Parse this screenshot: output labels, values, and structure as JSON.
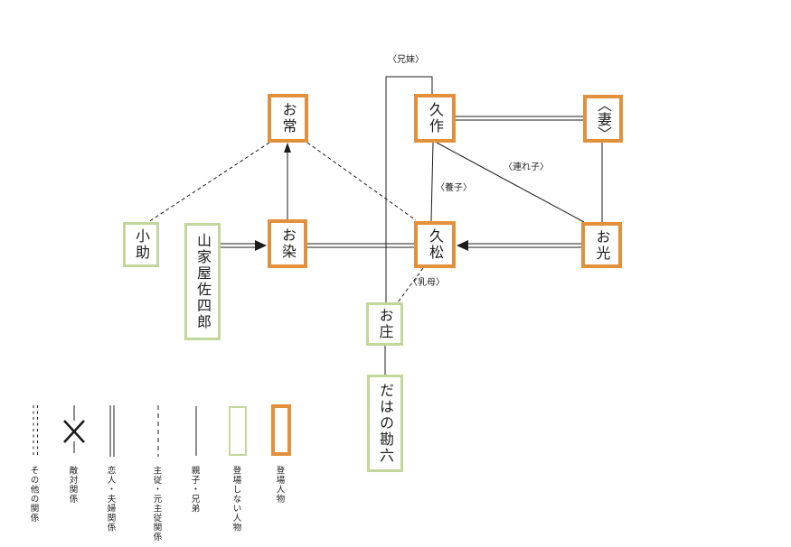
{
  "colors": {
    "appear-border": "#E2903B",
    "absent-border": "#C3D69B",
    "line-color": "#1c1c1c"
  },
  "nodes": {
    "otsune": {
      "label": "お常",
      "type": "appearing"
    },
    "kyusaku": {
      "label": "久作",
      "type": "appearing"
    },
    "tsuma": {
      "label": "〈妻〉",
      "type": "appearing"
    },
    "kosuke": {
      "label": "小助",
      "type": "non-appearing"
    },
    "yamagaya": {
      "label": "山家屋佐四郎",
      "type": "non-appearing"
    },
    "osome": {
      "label": "お染",
      "type": "appearing"
    },
    "hisamatsu": {
      "label": "久松",
      "type": "appearing"
    },
    "omitsu": {
      "label": "お光",
      "type": "appearing"
    },
    "osho": {
      "label": "お庄",
      "type": "non-appearing"
    },
    "kanroku": {
      "label": "だはの勘六",
      "type": "non-appearing"
    }
  },
  "edge_labels": {
    "siblings": "〈兄妹〉",
    "adopted_child": "〈養子〉",
    "stepchild": "〈連れ子〉",
    "wet_nurse": "〈乳母〉"
  },
  "edges": [
    {
      "from": "kyusaku",
      "to": "osho",
      "style": "solid",
      "label": "〈兄妹〉"
    },
    {
      "from": "osome",
      "to": "otsune",
      "style": "solid-arrow-up",
      "label": ""
    },
    {
      "from": "otsune",
      "to": "kosuke",
      "style": "dashed",
      "label": ""
    },
    {
      "from": "otsune",
      "to": "hisamatsu",
      "style": "dashed",
      "label": ""
    },
    {
      "from": "kyusaku",
      "to": "tsuma",
      "style": "double",
      "label": ""
    },
    {
      "from": "tsuma",
      "to": "omitsu",
      "style": "solid",
      "label": ""
    },
    {
      "from": "kyusaku",
      "to": "hisamatsu",
      "style": "solid",
      "label": "〈養子〉"
    },
    {
      "from": "kyusaku",
      "to": "omitsu",
      "style": "solid",
      "label": "〈連れ子〉"
    },
    {
      "from": "yamagaya",
      "to": "osome",
      "style": "double-arrow",
      "label": ""
    },
    {
      "from": "osome",
      "to": "hisamatsu",
      "style": "double",
      "label": ""
    },
    {
      "from": "omitsu",
      "to": "hisamatsu",
      "style": "double-arrow",
      "label": ""
    },
    {
      "from": "hisamatsu",
      "to": "osho",
      "style": "dashed",
      "label": "〈乳母〉"
    },
    {
      "from": "osho",
      "to": "kanroku",
      "style": "solid",
      "label": ""
    }
  ],
  "legend": {
    "other_relationship": "その他の関係",
    "hostile": "敵対関係",
    "couple": "恋人・夫婦関係",
    "master_servant": "主従・元主従関係",
    "parent_child": "親子・兄弟",
    "non_appearing": "登場しない人物",
    "appearing": "登場人物"
  }
}
